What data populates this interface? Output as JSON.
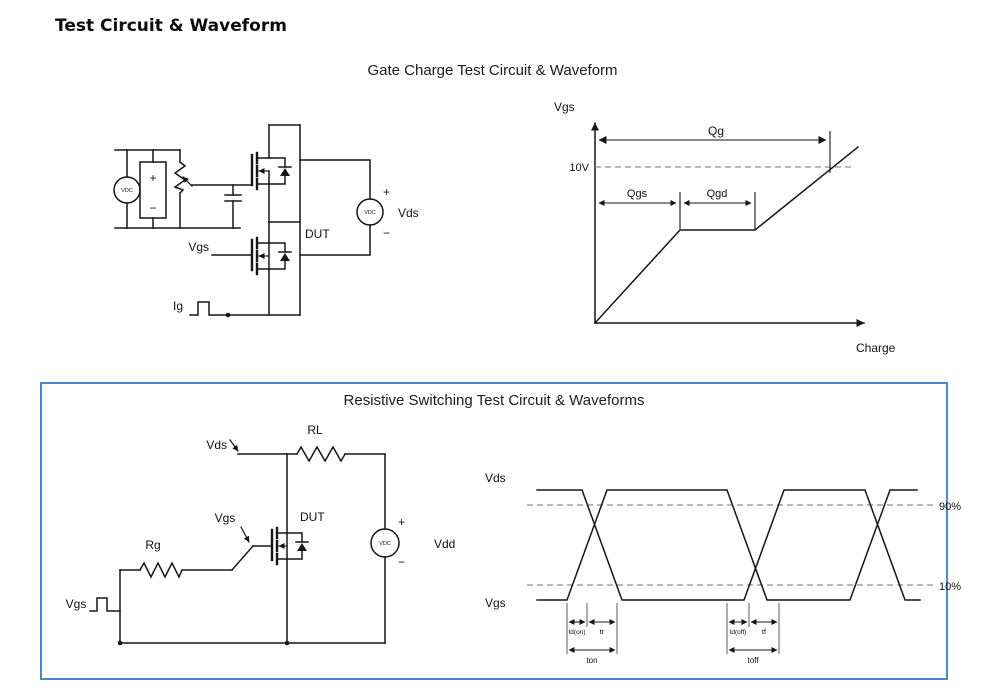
{
  "page": {
    "title": "Test Circuit & Waveform"
  },
  "gate_charge": {
    "title": "Gate Charge Test Circuit & Waveform",
    "circuit": {
      "supply_label": "VDC",
      "supply_plus": "+",
      "supply_minus": "−",
      "drain_supply_label": "VDC",
      "drain_supply_plus": "+",
      "drain_supply_minus": "−",
      "vds_label": "Vds",
      "dut_label": "DUT",
      "vgs_label": "Vgs",
      "ig_label": "Ig"
    },
    "waveform": {
      "y_axis_label": "Vgs",
      "x_axis_label": "Charge",
      "plateau_level_label": "10V",
      "qg_label": "Qg",
      "qgs_label": "Qgs",
      "qgd_label": "Qgd"
    }
  },
  "resistive": {
    "title": "Resistive Switching Test Circuit & Waveforms",
    "border_css": "border:2px solid #4e87c7;",
    "circuit": {
      "rl_label": "RL",
      "vds_label": "Vds",
      "vgs_label": "Vgs",
      "rg_label": "Rg",
      "dut_label": "DUT",
      "vdd_label": "Vdd",
      "supply_label": "VDC",
      "supply_plus": "+",
      "supply_minus": "−",
      "vgs_source_label": "Vgs"
    },
    "waveform": {
      "vds_label": "Vds",
      "vgs_label": "Vgs",
      "level_90_label": "90%",
      "level_10_label": "10%",
      "td_on_label": "td(on)",
      "tr_label": "tr",
      "td_off_label": "td(off)",
      "tf_label": "tf",
      "ton_label": "ton",
      "toff_label": "toff"
    }
  }
}
